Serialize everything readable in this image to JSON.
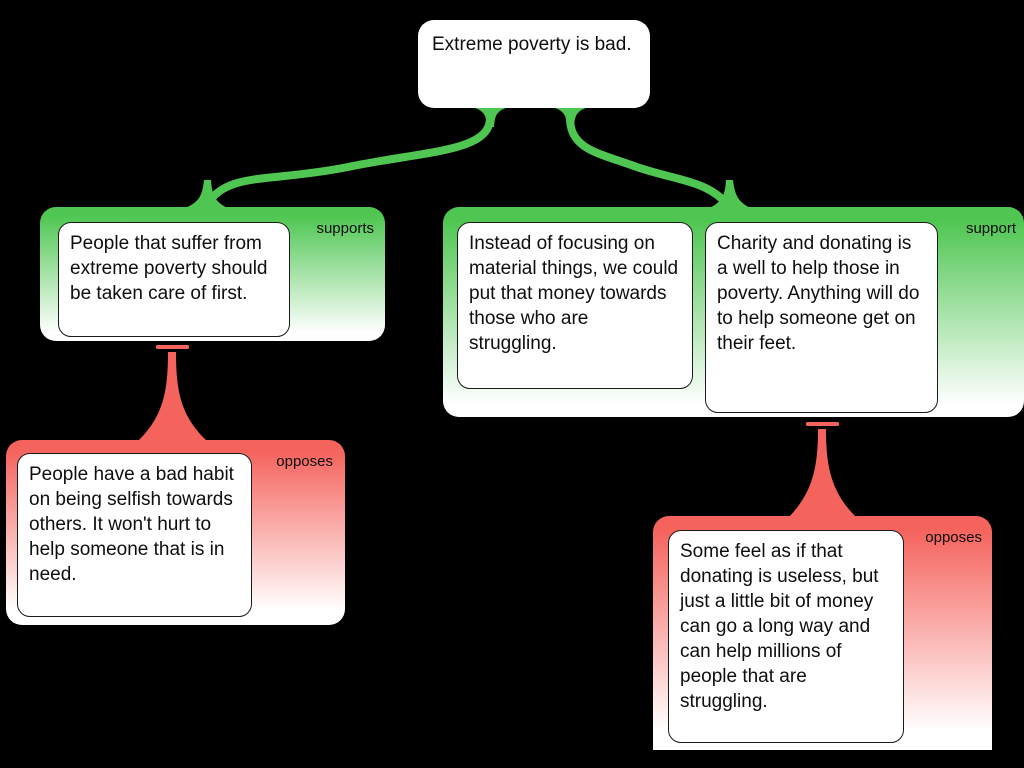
{
  "map": {
    "root": "Extreme poverty is bad.",
    "left_support": {
      "label": "supports",
      "claim": "People that suffer from extreme poverty should be taken care of first."
    },
    "right_support": {
      "label": "support",
      "claims": [
        "Instead of focusing on material things, we could put that money towards those who are struggling.",
        "Charity and donating is a well to help those in poverty. Anything will do to help someone get on their feet."
      ]
    },
    "left_oppose": {
      "label": "opposes",
      "claim": "People have a bad habit on being selfish towards others. It won't hurt to help someone that is in need."
    },
    "right_oppose": {
      "label": "opposes",
      "claim": "Some feel as if that donating is useless, but just a little bit of money can go a long way and can help millions of people that are struggling."
    }
  },
  "colors": {
    "support_green": "#4ec651",
    "oppose_red": "#f5635d",
    "background": "#000000",
    "claim_bg": "#ffffff"
  }
}
